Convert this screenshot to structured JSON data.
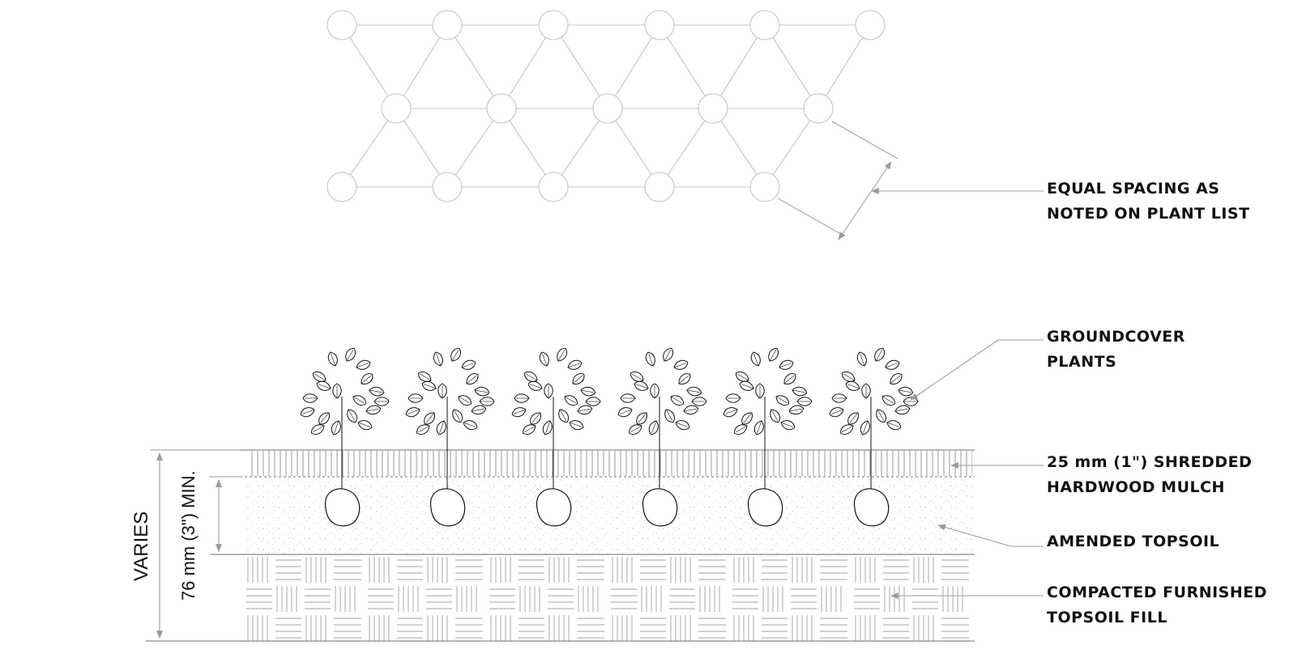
{
  "plan_view": {
    "spacing_note": [
      "EQUAL SPACING AS",
      "NOTED ON PLANT LIST"
    ]
  },
  "section_view": {
    "callouts": {
      "groundcover": [
        "GROUNDCOVER",
        "PLANTS"
      ],
      "mulch": [
        "25 mm (1\") SHREDDED",
        "HARDWOOD MULCH"
      ],
      "topsoil": [
        "AMENDED TOPSOIL"
      ],
      "fill": [
        "COMPACTED FURNISHED",
        "TOPSOIL FILL"
      ]
    },
    "dimensions": {
      "overall_depth": "VARIES",
      "topsoil_depth": "76 mm (3\") MIN."
    }
  },
  "colors": {
    "linework": "#111111",
    "plan_linework": "#c4c4c4",
    "leader": "#9a9a9a",
    "hatch": "#8c8c8c"
  }
}
